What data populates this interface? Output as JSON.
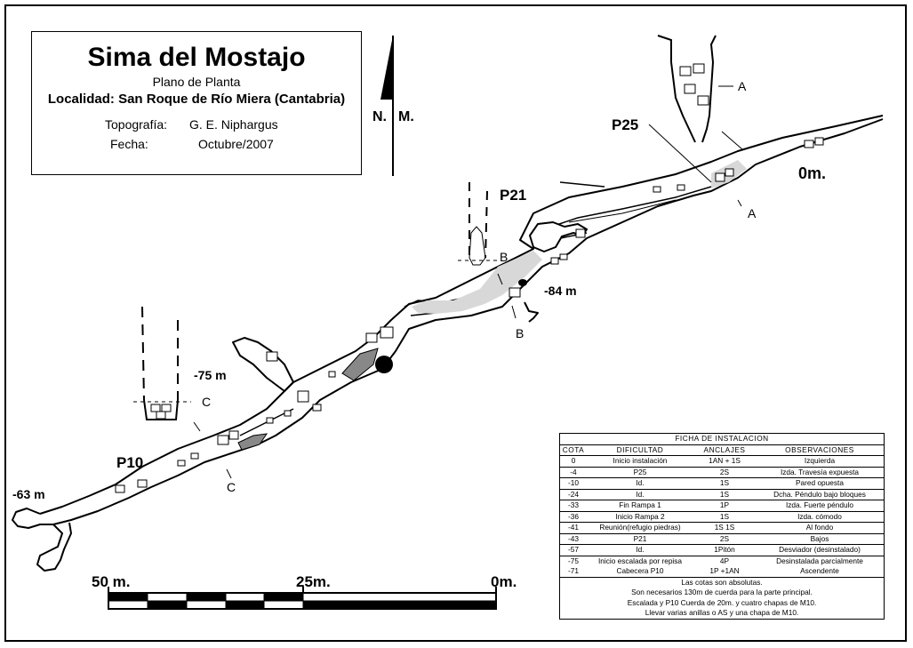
{
  "title_box": {
    "title": "Sima del Mostajo",
    "subtitle": "Plano de Planta",
    "locality_label": "Localidad:",
    "locality_value": "San Roque de Río Miera (Cantabria)",
    "topo_label": "Topografía:",
    "topo_value": "G. E. Niphargus",
    "date_label": "Fecha:",
    "date_value": "Octubre/2007"
  },
  "north": {
    "label_n": "N.",
    "label_m": "M."
  },
  "map_labels": {
    "p25": "P25",
    "p21": "P21",
    "p10": "P10",
    "zero": "0m.",
    "minus84": "-84 m",
    "minus75": "-75 m",
    "minus63": "-63 m",
    "a_top": "A",
    "a_bottom": "A",
    "b_top": "B",
    "b_bottom": "B",
    "c_top": "C",
    "c_bottom": "C"
  },
  "scale": {
    "left": "50 m.",
    "mid": "25m.",
    "right": "0m."
  },
  "ficha": {
    "header": "FICHA DE INSTALACION",
    "columns": [
      "COTA",
      "DIFICULTAD",
      "ANCLAJES",
      "OBSERVACIONES"
    ],
    "rows": [
      [
        "0",
        "Inicio instalación",
        "1AN + 1S",
        "Izquierda"
      ],
      [
        "-4",
        "P25",
        "2S",
        "Izda. Travesía expuesta"
      ],
      [
        "-10",
        "Id.",
        "1S",
        "Pared opuesta"
      ],
      [
        "-24",
        "Id.",
        "1S",
        "Dcha. Péndulo bajo bloques"
      ],
      [
        "-33",
        "Fin Rampa 1",
        "1P",
        "Izda. Fuerte péndulo"
      ],
      [
        "-36",
        "Inicio Rampa 2",
        "1S",
        "Izda. cómodo"
      ],
      [
        "-41",
        "Reunión(refugio piedras)",
        "1S 1S",
        "Al fondo"
      ],
      [
        "-43",
        "P21",
        "2S",
        "Bajos"
      ],
      [
        "-57",
        "Id.",
        "1Pitón",
        "Desviador (desinstalado)"
      ],
      [
        "-75",
        "Inicio escalada por repisa",
        "4P",
        "Desinstalada parcialmente"
      ],
      [
        "-71",
        "Cabecera P10",
        "1P +1AN",
        "Ascendente"
      ]
    ],
    "notes": [
      "Las cotas son absolutas.",
      "Son necesarios 130m de cuerda para la parte principal.",
      "Escalada y P10 Cuerda de 20m. y cuatro chapas de M10.",
      "Llevar varias anillas o AS y una chapa de M10."
    ]
  }
}
